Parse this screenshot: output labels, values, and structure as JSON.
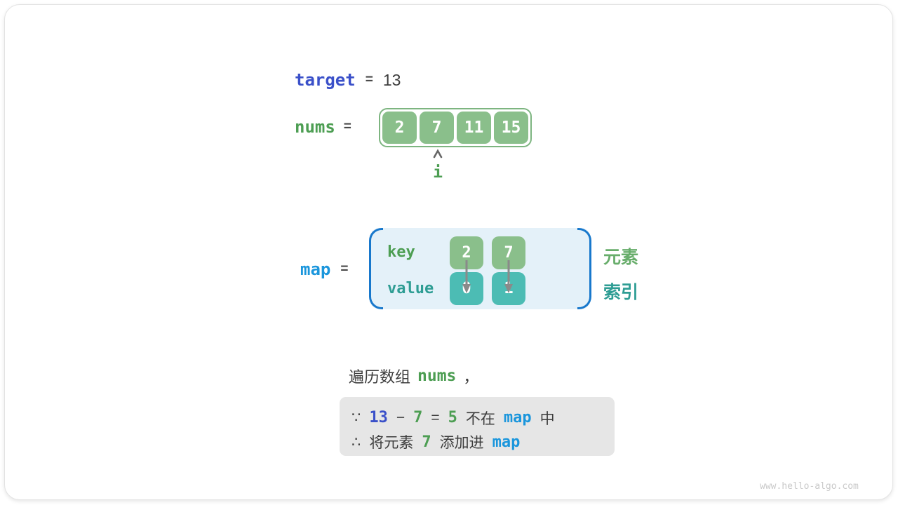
{
  "colors": {
    "indigo": "#3a50c9",
    "code_green": "#4d9e53",
    "label_green": "#68ad6b",
    "box_green": "#8abf8b",
    "box_green_border": "#7db580",
    "teal_text": "#2e9d94",
    "box_teal": "#4cbcb4",
    "code_blue": "#1b96dc",
    "bracket_blue": "#1878cc",
    "map_bg": "#e4f1f9",
    "dark_text": "#3c3c3c",
    "note_bg": "#e6e6e6",
    "arrow_gray": "#8a8a8a",
    "watermark_gray": "#c9c9c9"
  },
  "target_line": {
    "variable": "target",
    "operator": "=",
    "value": "13"
  },
  "nums_line": {
    "variable": "nums",
    "operator": "="
  },
  "nums_array": {
    "cells": [
      "2",
      "7",
      "11",
      "15"
    ],
    "pointer_index": 1,
    "pointer_label": "i"
  },
  "map_section": {
    "variable": "map",
    "operator": "=",
    "key_label": "key",
    "value_label": "value",
    "entries": [
      {
        "key": "2",
        "value": "0"
      },
      {
        "key": "7",
        "value": "1"
      }
    ],
    "element_label": "元素",
    "index_label": "索引"
  },
  "caption": {
    "prefix": "遍历数组",
    "code": "nums",
    "comma": "，"
  },
  "note_box": {
    "because": "∵",
    "therefore": "∴",
    "line1": {
      "minuend": "13",
      "minus": "−",
      "subtrahend": "7",
      "equals": "=",
      "difference": "5",
      "not_in": "不在",
      "map_ref": "map",
      "in_suffix": "中"
    },
    "line2": {
      "action_prefix": "将元素",
      "element": "7",
      "action_suffix": "添加进",
      "map_ref": "map"
    }
  },
  "watermark": "www.hello-algo.com"
}
